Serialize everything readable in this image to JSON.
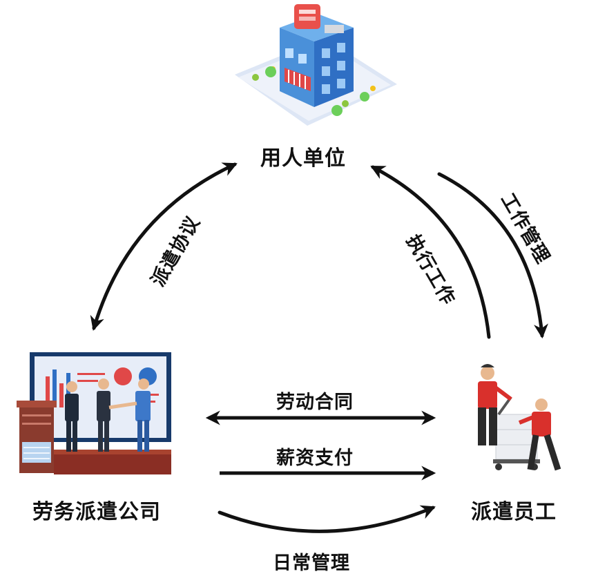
{
  "nodes": {
    "employer": "用人单位",
    "agency": "劳务派遣公司",
    "employee": "派遣员工"
  },
  "edges": {
    "dispatch_agreement": "派遣协议",
    "execute_work": "执行工作",
    "work_management": "工作管理",
    "labor_contract": "劳动合同",
    "salary_payment": "薪资支付",
    "daily_management": "日常管理"
  },
  "colors": {
    "arrow": "#111111",
    "accent_red": "#d9302c",
    "accent_blue": "#2f6fc4"
  }
}
